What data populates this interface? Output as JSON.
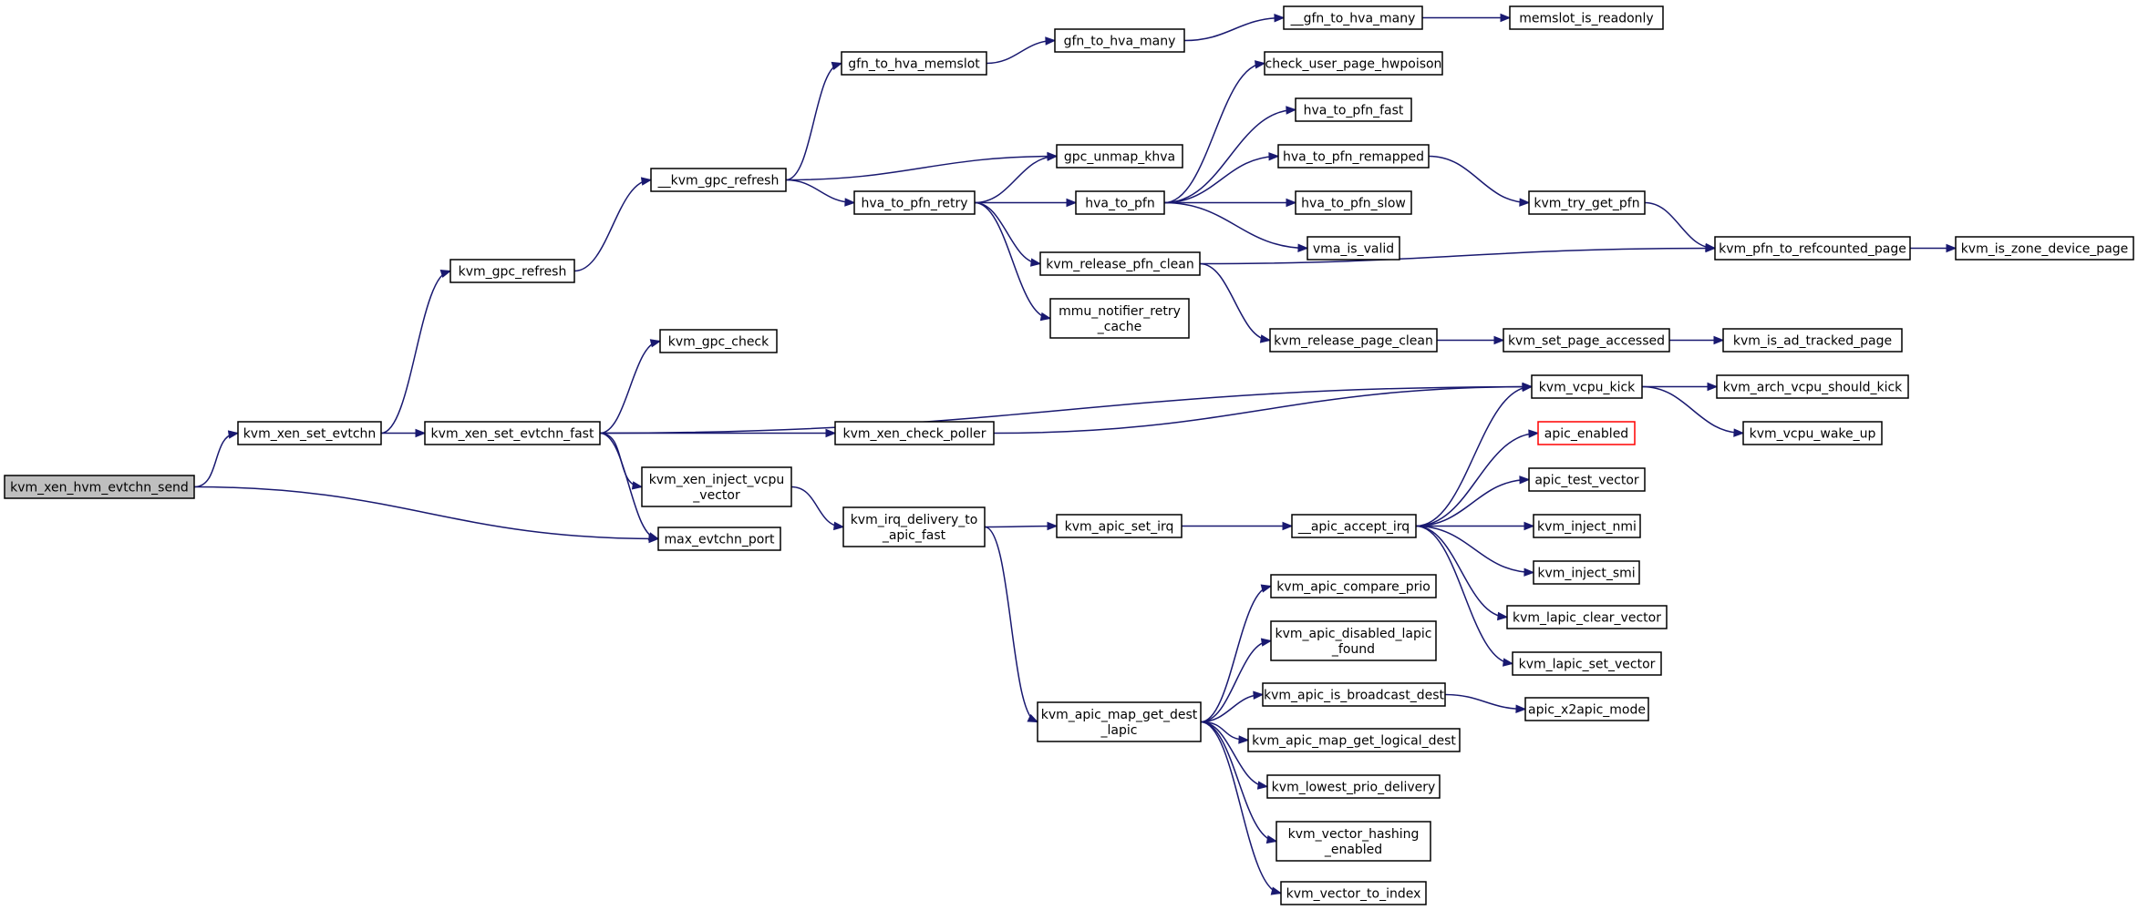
{
  "colors": {
    "edge": "#191970",
    "node_fill": "#ffffff",
    "root_fill": "#bfbfbf",
    "node_stroke": "#000000",
    "highlight_stroke": "#ff0000"
  },
  "nodes": [
    {
      "id": "kvm_xen_hvm_evtchn_send",
      "lines": [
        "kvm_xen_hvm_evtchn_send"
      ],
      "root": true
    },
    {
      "id": "kvm_xen_set_evtchn",
      "lines": [
        "kvm_xen_set_evtchn"
      ]
    },
    {
      "id": "max_evtchn_port",
      "lines": [
        "max_evtchn_port"
      ]
    },
    {
      "id": "kvm_gpc_refresh",
      "lines": [
        "kvm_gpc_refresh"
      ]
    },
    {
      "id": "kvm_xen_set_evtchn_fast",
      "lines": [
        "kvm_xen_set_evtchn_fast"
      ]
    },
    {
      "id": "__kvm_gpc_refresh",
      "lines": [
        "__kvm_gpc_refresh"
      ]
    },
    {
      "id": "kvm_gpc_check",
      "lines": [
        "kvm_gpc_check"
      ]
    },
    {
      "id": "kvm_xen_inject_vcpu_vector",
      "lines": [
        "kvm_xen_inject_vcpu",
        "_vector"
      ]
    },
    {
      "id": "gfn_to_hva_memslot",
      "lines": [
        "gfn_to_hva_memslot"
      ]
    },
    {
      "id": "hva_to_pfn_retry",
      "lines": [
        "hva_to_pfn_retry"
      ]
    },
    {
      "id": "kvm_xen_check_poller",
      "lines": [
        "kvm_xen_check_poller"
      ]
    },
    {
      "id": "kvm_irq_delivery_to_apic_fast",
      "lines": [
        "kvm_irq_delivery_to",
        "_apic_fast"
      ]
    },
    {
      "id": "gfn_to_hva_many",
      "lines": [
        "gfn_to_hva_many"
      ]
    },
    {
      "id": "gpc_unmap_khva",
      "lines": [
        "gpc_unmap_khva"
      ]
    },
    {
      "id": "hva_to_pfn",
      "lines": [
        "hva_to_pfn"
      ]
    },
    {
      "id": "kvm_release_pfn_clean",
      "lines": [
        "kvm_release_pfn_clean"
      ]
    },
    {
      "id": "mmu_notifier_retry_cache",
      "lines": [
        "mmu_notifier_retry",
        "_cache"
      ]
    },
    {
      "id": "kvm_apic_set_irq",
      "lines": [
        "kvm_apic_set_irq"
      ]
    },
    {
      "id": "kvm_apic_map_get_dest_lapic",
      "lines": [
        "kvm_apic_map_get_dest",
        "_lapic"
      ]
    },
    {
      "id": "__gfn_to_hva_many",
      "lines": [
        "__gfn_to_hva_many"
      ]
    },
    {
      "id": "check_user_page_hwpoison",
      "lines": [
        "check_user_page_hwpoison"
      ]
    },
    {
      "id": "hva_to_pfn_fast",
      "lines": [
        "hva_to_pfn_fast"
      ]
    },
    {
      "id": "hva_to_pfn_remapped",
      "lines": [
        "hva_to_pfn_remapped"
      ]
    },
    {
      "id": "hva_to_pfn_slow",
      "lines": [
        "hva_to_pfn_slow"
      ]
    },
    {
      "id": "vma_is_valid",
      "lines": [
        "vma_is_valid"
      ]
    },
    {
      "id": "kvm_release_page_clean",
      "lines": [
        "kvm_release_page_clean"
      ]
    },
    {
      "id": "__apic_accept_irq",
      "lines": [
        "__apic_accept_irq"
      ]
    },
    {
      "id": "kvm_apic_compare_prio",
      "lines": [
        "kvm_apic_compare_prio"
      ]
    },
    {
      "id": "kvm_apic_disabled_lapic_found",
      "lines": [
        "kvm_apic_disabled_lapic",
        "_found"
      ]
    },
    {
      "id": "kvm_apic_is_broadcast_dest",
      "lines": [
        "kvm_apic_is_broadcast_dest"
      ]
    },
    {
      "id": "kvm_apic_map_get_logical_dest",
      "lines": [
        "kvm_apic_map_get_logical_dest"
      ]
    },
    {
      "id": "kvm_lowest_prio_delivery",
      "lines": [
        "kvm_lowest_prio_delivery"
      ]
    },
    {
      "id": "kvm_vector_hashing_enabled",
      "lines": [
        "kvm_vector_hashing",
        "_enabled"
      ]
    },
    {
      "id": "kvm_vector_to_index",
      "lines": [
        "kvm_vector_to_index"
      ]
    },
    {
      "id": "memslot_is_readonly",
      "lines": [
        "memslot_is_readonly"
      ]
    },
    {
      "id": "kvm_try_get_pfn",
      "lines": [
        "kvm_try_get_pfn"
      ]
    },
    {
      "id": "kvm_set_page_accessed",
      "lines": [
        "kvm_set_page_accessed"
      ]
    },
    {
      "id": "kvm_vcpu_kick",
      "lines": [
        "kvm_vcpu_kick"
      ]
    },
    {
      "id": "apic_enabled",
      "lines": [
        "apic_enabled"
      ],
      "highlight": true
    },
    {
      "id": "apic_test_vector",
      "lines": [
        "apic_test_vector"
      ]
    },
    {
      "id": "kvm_inject_nmi",
      "lines": [
        "kvm_inject_nmi"
      ]
    },
    {
      "id": "kvm_inject_smi",
      "lines": [
        "kvm_inject_smi"
      ]
    },
    {
      "id": "kvm_lapic_clear_vector",
      "lines": [
        "kvm_lapic_clear_vector"
      ]
    },
    {
      "id": "kvm_lapic_set_vector",
      "lines": [
        "kvm_lapic_set_vector"
      ]
    },
    {
      "id": "apic_x2apic_mode",
      "lines": [
        "apic_x2apic_mode"
      ]
    },
    {
      "id": "kvm_pfn_to_refcounted_page",
      "lines": [
        "kvm_pfn_to_refcounted_page"
      ]
    },
    {
      "id": "kvm_is_ad_tracked_page",
      "lines": [
        "kvm_is_ad_tracked_page"
      ]
    },
    {
      "id": "kvm_arch_vcpu_should_kick",
      "lines": [
        "kvm_arch_vcpu_should_kick"
      ]
    },
    {
      "id": "kvm_vcpu_wake_up",
      "lines": [
        "kvm_vcpu_wake_up"
      ]
    },
    {
      "id": "kvm_is_zone_device_page",
      "lines": [
        "kvm_is_zone_device_page"
      ]
    }
  ],
  "edges": [
    [
      "kvm_xen_hvm_evtchn_send",
      "kvm_xen_set_evtchn"
    ],
    [
      "kvm_xen_hvm_evtchn_send",
      "max_evtchn_port"
    ],
    [
      "kvm_xen_set_evtchn",
      "kvm_gpc_refresh"
    ],
    [
      "kvm_xen_set_evtchn",
      "kvm_xen_set_evtchn_fast"
    ],
    [
      "kvm_gpc_refresh",
      "__kvm_gpc_refresh"
    ],
    [
      "__kvm_gpc_refresh",
      "gfn_to_hva_memslot"
    ],
    [
      "__kvm_gpc_refresh",
      "gpc_unmap_khva"
    ],
    [
      "__kvm_gpc_refresh",
      "hva_to_pfn_retry"
    ],
    [
      "gfn_to_hva_memslot",
      "gfn_to_hva_many"
    ],
    [
      "gfn_to_hva_many",
      "__gfn_to_hva_many"
    ],
    [
      "__gfn_to_hva_many",
      "memslot_is_readonly"
    ],
    [
      "hva_to_pfn_retry",
      "gpc_unmap_khva"
    ],
    [
      "hva_to_pfn_retry",
      "hva_to_pfn"
    ],
    [
      "hva_to_pfn_retry",
      "kvm_release_pfn_clean"
    ],
    [
      "hva_to_pfn_retry",
      "mmu_notifier_retry_cache"
    ],
    [
      "hva_to_pfn",
      "check_user_page_hwpoison"
    ],
    [
      "hva_to_pfn",
      "hva_to_pfn_fast"
    ],
    [
      "hva_to_pfn",
      "hva_to_pfn_remapped"
    ],
    [
      "hva_to_pfn",
      "hva_to_pfn_slow"
    ],
    [
      "hva_to_pfn",
      "vma_is_valid"
    ],
    [
      "hva_to_pfn_remapped",
      "kvm_try_get_pfn"
    ],
    [
      "kvm_try_get_pfn",
      "kvm_pfn_to_refcounted_page"
    ],
    [
      "kvm_release_pfn_clean",
      "kvm_pfn_to_refcounted_page"
    ],
    [
      "kvm_release_pfn_clean",
      "kvm_release_page_clean"
    ],
    [
      "kvm_pfn_to_refcounted_page",
      "kvm_is_zone_device_page"
    ],
    [
      "kvm_release_page_clean",
      "kvm_set_page_accessed"
    ],
    [
      "kvm_set_page_accessed",
      "kvm_is_ad_tracked_page"
    ],
    [
      "kvm_xen_set_evtchn_fast",
      "kvm_gpc_check"
    ],
    [
      "kvm_xen_set_evtchn_fast",
      "kvm_vcpu_kick"
    ],
    [
      "kvm_xen_set_evtchn_fast",
      "kvm_xen_check_poller"
    ],
    [
      "kvm_xen_set_evtchn_fast",
      "kvm_xen_inject_vcpu_vector"
    ],
    [
      "kvm_xen_set_evtchn_fast",
      "max_evtchn_port"
    ],
    [
      "kvm_xen_check_poller",
      "kvm_vcpu_kick"
    ],
    [
      "kvm_vcpu_kick",
      "kvm_arch_vcpu_should_kick"
    ],
    [
      "kvm_vcpu_kick",
      "kvm_vcpu_wake_up"
    ],
    [
      "kvm_xen_inject_vcpu_vector",
      "kvm_irq_delivery_to_apic_fast"
    ],
    [
      "kvm_irq_delivery_to_apic_fast",
      "kvm_apic_set_irq"
    ],
    [
      "kvm_irq_delivery_to_apic_fast",
      "kvm_apic_map_get_dest_lapic"
    ],
    [
      "kvm_apic_set_irq",
      "__apic_accept_irq"
    ],
    [
      "__apic_accept_irq",
      "kvm_vcpu_kick"
    ],
    [
      "__apic_accept_irq",
      "apic_enabled"
    ],
    [
      "__apic_accept_irq",
      "apic_test_vector"
    ],
    [
      "__apic_accept_irq",
      "kvm_inject_nmi"
    ],
    [
      "__apic_accept_irq",
      "kvm_inject_smi"
    ],
    [
      "__apic_accept_irq",
      "kvm_lapic_clear_vector"
    ],
    [
      "__apic_accept_irq",
      "kvm_lapic_set_vector"
    ],
    [
      "kvm_apic_map_get_dest_lapic",
      "kvm_apic_compare_prio"
    ],
    [
      "kvm_apic_map_get_dest_lapic",
      "kvm_apic_disabled_lapic_found"
    ],
    [
      "kvm_apic_map_get_dest_lapic",
      "kvm_apic_is_broadcast_dest"
    ],
    [
      "kvm_apic_map_get_dest_lapic",
      "kvm_apic_map_get_logical_dest"
    ],
    [
      "kvm_apic_map_get_dest_lapic",
      "kvm_lowest_prio_delivery"
    ],
    [
      "kvm_apic_map_get_dest_lapic",
      "kvm_vector_hashing_enabled"
    ],
    [
      "kvm_apic_map_get_dest_lapic",
      "kvm_vector_to_index"
    ],
    [
      "kvm_apic_is_broadcast_dest",
      "apic_x2apic_mode"
    ]
  ]
}
